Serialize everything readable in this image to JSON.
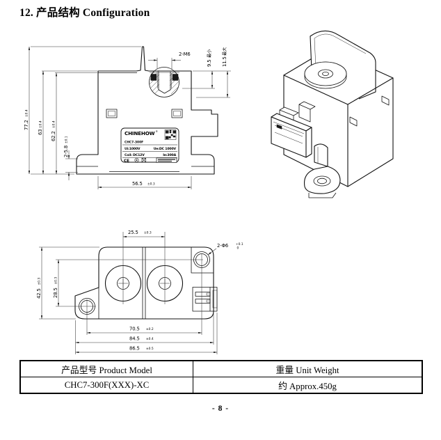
{
  "page": {
    "title": "12. 产品结构 Configuration",
    "page_number": "- 8 -"
  },
  "front_view": {
    "dims": {
      "total_height": {
        "value": "77.2",
        "tol": "±0.4"
      },
      "body_height": {
        "value": "63",
        "tol": "±0.4"
      },
      "body_height_inner": {
        "value": "62.2",
        "tol": "±0.4"
      },
      "foot_thickness": {
        "value": "2-5.8",
        "tol": "±0.1"
      },
      "body_width": {
        "value": "56.5",
        "tol": "±0.3"
      },
      "thread": {
        "value": "2-M6"
      },
      "depth_min": {
        "value": "9.5",
        "label": "最小"
      },
      "depth_max": {
        "value": "11.5",
        "label": "最大"
      }
    },
    "nameplate": {
      "brand": "CHINEHOW",
      "reg": "®",
      "model": "CHC7-300F",
      "ui": "Ui:1000V",
      "ue": "Ue:DC 1000V",
      "coil": "Coil: DC12V",
      "ie": "Ie:300A",
      "ce": "CE",
      "icons": [
        "qr-code-icon",
        "ce-mark",
        "certification-circle-icon",
        "weee-bin-icon"
      ]
    }
  },
  "bottom_view": {
    "dims": {
      "terminal_pitch": {
        "value": "25.5",
        "tol": "±0.3"
      },
      "mount_holes": {
        "value": "2-Φ6",
        "tol_upper": "+0.1",
        "tol_lower": "0"
      },
      "total_depth": {
        "value": "42.5",
        "tol": "±0.3"
      },
      "hole_pitch_v": {
        "value": "28.5",
        "tol": "±0.3"
      },
      "hole_pitch_h": {
        "value": "70.5",
        "tol": "±0.2"
      },
      "flange_width": {
        "value": "84.5",
        "tol": "±0.4"
      },
      "total_width": {
        "value": "86.5",
        "tol": "±0.5"
      }
    }
  },
  "table": {
    "col1_header": "产品型号 Product Model",
    "col2_header": "重量 Unit Weight",
    "col1_value": "CHC7-300F(XXX)-XC",
    "col2_value": "约 Approx.450g"
  }
}
